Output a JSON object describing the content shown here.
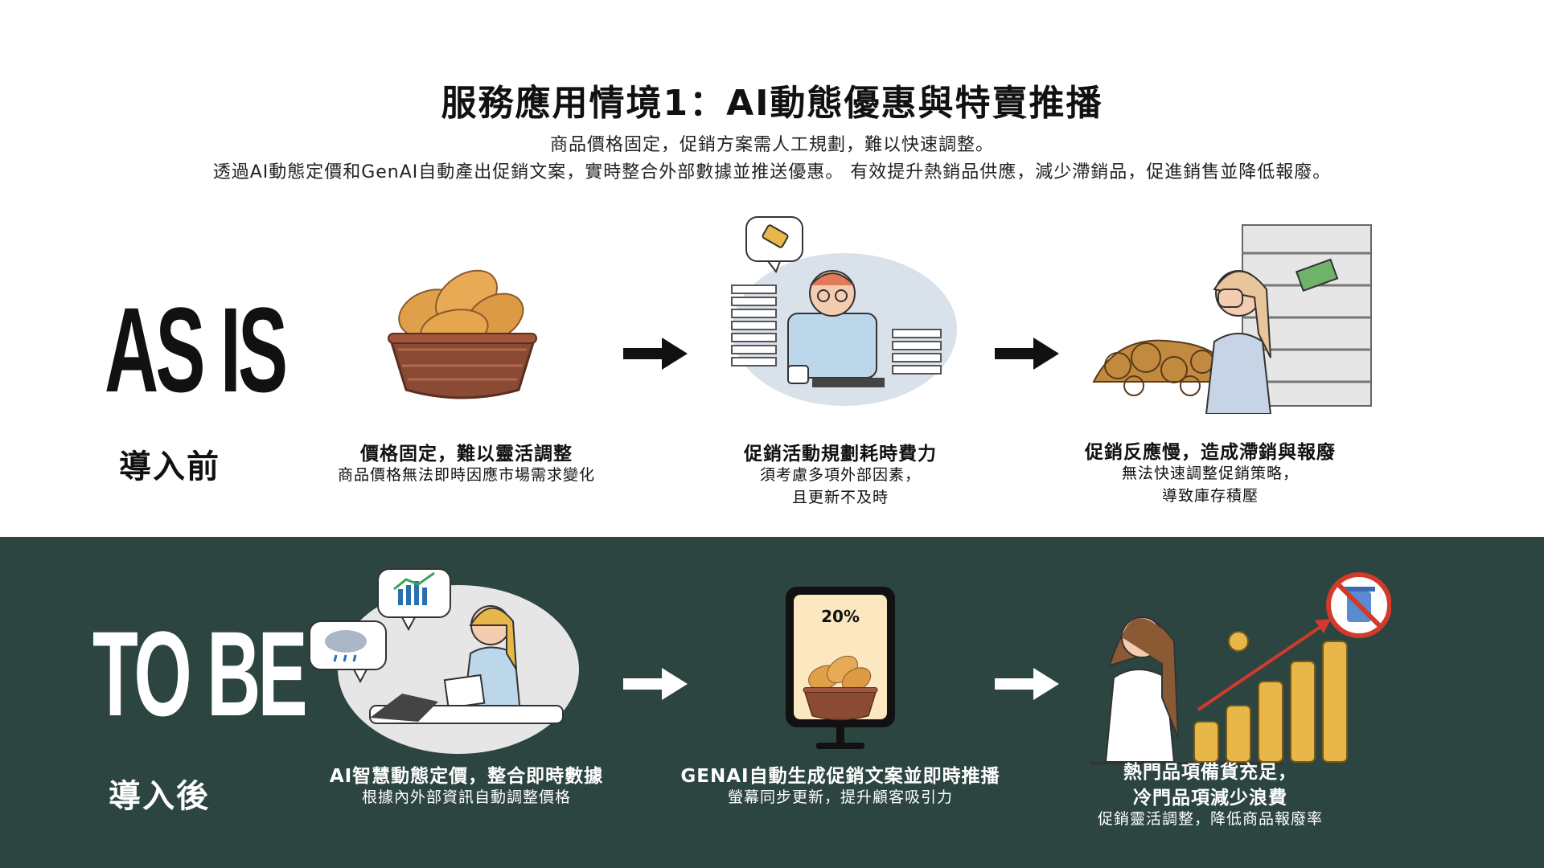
{
  "header": {
    "title": "服務應用情境1：AI動態優惠與特賣推播",
    "subtitle_line1": "商品價格固定，促銷方案需人工規劃，難以快速調整。",
    "subtitle_line2": "透過AI動態定價和GenAI自動產出促銷文案，實時整合外部數據並推送優惠。 有效提升熱銷品供應，減少滯銷品，促進銷售並降低報廢。"
  },
  "as_is": {
    "label_en": "AS IS",
    "label_zh": "導入前",
    "steps": [
      {
        "title": "價格固定，難以靈活調整",
        "desc_lines": [
          "商品價格無法即時因應市場需求變化"
        ]
      },
      {
        "title": "促銷活動規劃耗時費力",
        "desc_lines": [
          "須考慮多項外部因素，",
          "且更新不及時"
        ]
      },
      {
        "title": "促銷反應慢，造成滯銷與報廢",
        "desc_lines": [
          "無法快速調整促銷策略，",
          "導致庫存積壓"
        ]
      }
    ]
  },
  "to_be": {
    "label_en": "TO BE",
    "label_zh": "導入後",
    "screen_badge": "20%",
    "steps": [
      {
        "title_lines": [
          "AI智慧動態定價，整合即時數據"
        ],
        "desc_lines": [
          "根據內外部資訊自動調整價格"
        ]
      },
      {
        "title_lines": [
          "GENAI自動生成促銷文案並即時推播"
        ],
        "desc_lines": [
          "螢幕同步更新，提升顧客吸引力"
        ]
      },
      {
        "title_lines": [
          "熱門品項備貨充足，",
          "冷門品項減少浪費"
        ],
        "desc_lines": [
          "促銷靈活調整，降低商品報廢率"
        ]
      }
    ]
  },
  "colors": {
    "dark_band": "#2c4541",
    "bread": "#e0a04a",
    "basket": "#8a4a34",
    "scene_bg": "#d9e1ea"
  }
}
